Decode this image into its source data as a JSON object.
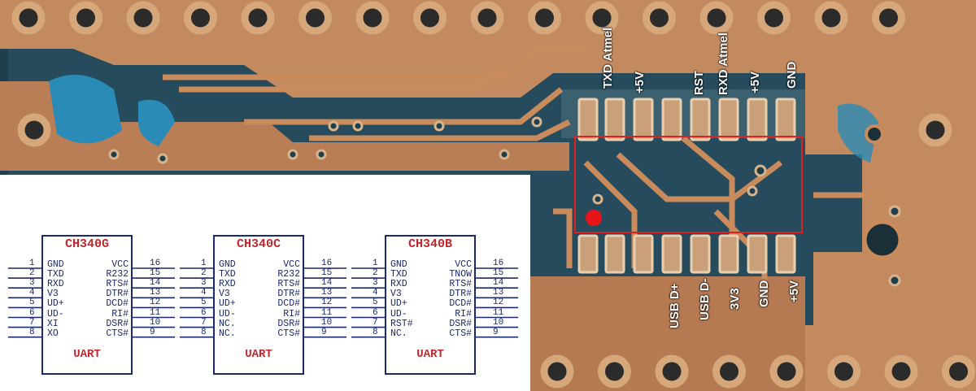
{
  "board_labels": {
    "top": [
      "TXD Atmel",
      "+5V",
      "RST",
      "RXD Atmel",
      "+5V",
      "GND"
    ],
    "bottom": [
      "USB D+",
      "USB D-",
      "3V3",
      "GND",
      "+5V"
    ]
  },
  "chips": [
    {
      "name": "CH340G",
      "footer": "UART",
      "left_pins": [
        {
          "num": "1",
          "name": "GND"
        },
        {
          "num": "2",
          "name": "TXD"
        },
        {
          "num": "3",
          "name": "RXD"
        },
        {
          "num": "4",
          "name": "V3"
        },
        {
          "num": "5",
          "name": "UD+"
        },
        {
          "num": "6",
          "name": "UD-"
        },
        {
          "num": "7",
          "name": "XI"
        },
        {
          "num": "8",
          "name": "XO"
        }
      ],
      "right_pins": [
        {
          "num": "16",
          "name": "VCC"
        },
        {
          "num": "15",
          "name": "R232"
        },
        {
          "num": "14",
          "name": "RTS#"
        },
        {
          "num": "13",
          "name": "DTR#"
        },
        {
          "num": "12",
          "name": "DCD#"
        },
        {
          "num": "11",
          "name": "RI#"
        },
        {
          "num": "10",
          "name": "DSR#"
        },
        {
          "num": "9",
          "name": "CTS#"
        }
      ]
    },
    {
      "name": "CH340C",
      "footer": "UART",
      "left_pins": [
        {
          "num": "1",
          "name": "GND"
        },
        {
          "num": "2",
          "name": "TXD"
        },
        {
          "num": "3",
          "name": "RXD"
        },
        {
          "num": "4",
          "name": "V3"
        },
        {
          "num": "5",
          "name": "UD+"
        },
        {
          "num": "6",
          "name": "UD-"
        },
        {
          "num": "7",
          "name": "NC."
        },
        {
          "num": "8",
          "name": "NC."
        }
      ],
      "right_pins": [
        {
          "num": "16",
          "name": "VCC"
        },
        {
          "num": "15",
          "name": "R232"
        },
        {
          "num": "14",
          "name": "RTS#"
        },
        {
          "num": "13",
          "name": "DTR#"
        },
        {
          "num": "12",
          "name": "DCD#"
        },
        {
          "num": "11",
          "name": "RI#"
        },
        {
          "num": "10",
          "name": "DSR#"
        },
        {
          "num": "9",
          "name": "CTS#"
        }
      ]
    },
    {
      "name": "CH340B",
      "footer": "UART",
      "left_pins": [
        {
          "num": "1",
          "name": "GND"
        },
        {
          "num": "2",
          "name": "TXD"
        },
        {
          "num": "3",
          "name": "RXD"
        },
        {
          "num": "4",
          "name": "V3"
        },
        {
          "num": "5",
          "name": "UD+"
        },
        {
          "num": "6",
          "name": "UD-"
        },
        {
          "num": "7",
          "name": "RST#"
        },
        {
          "num": "8",
          "name": "NC."
        }
      ],
      "right_pins": [
        {
          "num": "16",
          "name": "VCC"
        },
        {
          "num": "15",
          "name": "TNOW"
        },
        {
          "num": "14",
          "name": "RTS#"
        },
        {
          "num": "13",
          "name": "DTR#"
        },
        {
          "num": "12",
          "name": "DCD#"
        },
        {
          "num": "11",
          "name": "RI#"
        },
        {
          "num": "10",
          "name": "DSR#"
        },
        {
          "num": "9",
          "name": "CTS#"
        }
      ]
    }
  ],
  "colors": {
    "board_bg": "#1f3f4e",
    "copper": "#c98b5c",
    "solder_mask": "#2a8bb6",
    "highlight": "#e02020",
    "chip_outline": "#1b2a6b",
    "chip_title": "#c1272d"
  }
}
